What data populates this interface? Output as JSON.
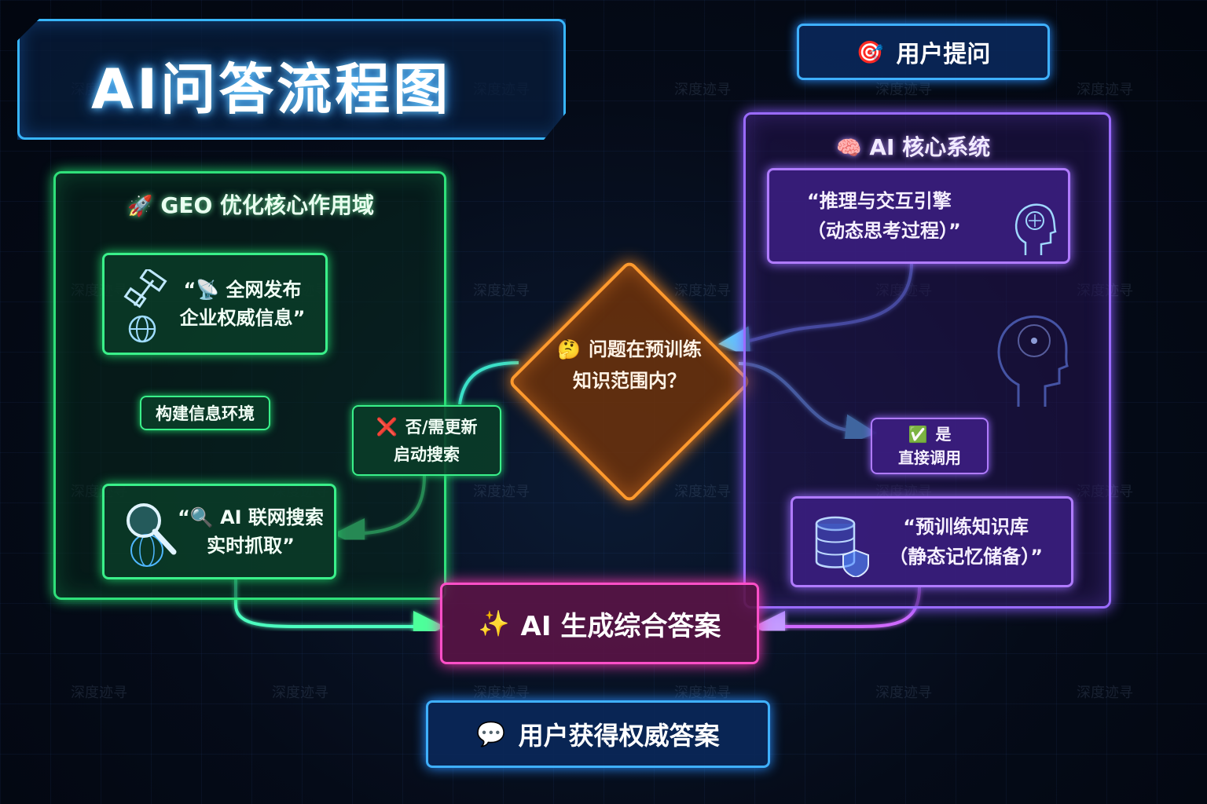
{
  "title": "AI问答流程图",
  "watermark_text": "深度迹寻",
  "nodes": {
    "user_question": {
      "icon": "🎯",
      "label": "用户提问"
    },
    "core_system": {
      "icon": "🧠",
      "title": "AI 核心系统"
    },
    "reasoning_engine": {
      "line1": "“推理与交互引擎",
      "line2": "（动态思考过程）”"
    },
    "geo_domain": {
      "icon": "🚀",
      "title": "GEO 优化核心作用域"
    },
    "publish_info": {
      "line1": "“📡 全网发布",
      "line2": "企业权威信息”"
    },
    "build_env": {
      "label": "构建信息环境"
    },
    "ai_search": {
      "line1": "“🔍 AI 联网搜索",
      "line2": "实时抓取”"
    },
    "decision": {
      "icon": "🤔",
      "line1": "问题在预训练",
      "line2": "知识范围内？"
    },
    "no_branch": {
      "icon": "❌",
      "line1": "否/需更新",
      "line2": "启动搜索"
    },
    "yes_branch": {
      "icon": "✅",
      "line1": "是",
      "line2": "直接调用"
    },
    "pretrained_kb": {
      "line1": "“预训练知识库",
      "line2": "（静态记忆储备）”"
    },
    "generate_answer": {
      "icon": "✨",
      "label": "AI 生成综合答案"
    },
    "final_answer": {
      "icon": "💬",
      "label": "用户获得权威答案"
    }
  },
  "colors": {
    "blue": "#3fb0ff",
    "green": "#3af08a",
    "purple": "#b07bff",
    "orange": "#ff9a2e",
    "pink": "#ff4fc8"
  }
}
